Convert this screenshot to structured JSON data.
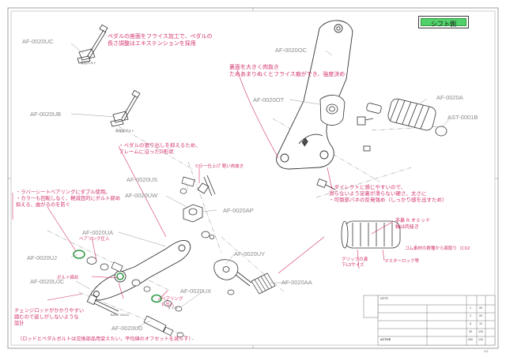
{
  "title": "シフト側",
  "part_labels": [
    {
      "id": "uc",
      "text": "AF-0020UC"
    },
    {
      "id": "ub",
      "text": "AF-0020UB"
    },
    {
      "id": "us",
      "text": "AF-0020US"
    },
    {
      "id": "uw",
      "text": "AF-0020UW"
    },
    {
      "id": "ua",
      "text": "AF-0020UA"
    },
    {
      "id": "ap",
      "text": "AF-0020AP"
    },
    {
      "id": "uj",
      "text": "AF-0020UJ"
    },
    {
      "id": "ujc",
      "text": "AF-0020UJC"
    },
    {
      "id": "ux",
      "text": "AF-0020UX"
    },
    {
      "id": "ud",
      "text": "AF-0020UD"
    },
    {
      "id": "uy",
      "text": "AF-0020UY"
    },
    {
      "id": "aa",
      "text": "AF-0020AA"
    },
    {
      "id": "ouc",
      "text": "AF-0020OC"
    },
    {
      "id": "ot",
      "text": "AF-0020OT"
    },
    {
      "id": "a",
      "text": "AF-0020A"
    },
    {
      "id": "ast",
      "text": "AST-0001B"
    }
  ],
  "notes": [
    {
      "id": "n1",
      "lines": [
        "ペダルの座面をフライス加工で、ペダルの",
        "長さ調整はエキステンションを採用"
      ]
    },
    {
      "id": "n2",
      "lines": [
        "裏面を大きく肉抜き",
        "ためあまりぬくとフライス痕ができ、強度決め"
      ]
    },
    {
      "id": "n3",
      "lines": [
        "・ペダルの張り出しを抑えるため、",
        "フレームに沿ったD形状"
      ]
    },
    {
      "id": "n4",
      "lines": [
        "ミラー仕上げ 軽い肉抜き"
      ]
    },
    {
      "id": "n5",
      "lines": [
        "・ラバーシートベアリングにダブル使用。",
        "・カラーも回転しなく、軽減目的にボルト締め",
        "  抑える、曲がるのを防ぐ"
      ]
    },
    {
      "id": "n6",
      "lines": [
        "ベアリング圧入"
      ]
    },
    {
      "id": "n7",
      "lines": [
        "・ダイレクトに感じやすいので、",
        "  滑らないよう足裏が滑らない硬さ、太さに",
        "・可倒部バネの反発強め（しっかり感を出すため）"
      ]
    },
    {
      "id": "n8",
      "lines": [
        "非暴 R オミッド",
        "軸は肉抜き"
      ]
    },
    {
      "id": "n9",
      "lines": [
        "ゴム素材の数種から面取り（C02"
      ]
    },
    {
      "id": "n10",
      "lines": [
        "グリップの溝",
        "下L3サイズ"
      ]
    },
    {
      "id": "n11",
      "lines": [
        "マスターロック等"
      ]
    },
    {
      "id": "n12",
      "lines": [
        "ボルト締め"
      ]
    },
    {
      "id": "n13",
      "lines": [
        "ベアリング",
        "1 圧入"
      ]
    },
    {
      "id": "n14",
      "lines": [
        "チェンジロッドがかかりやすい",
        "踏むので返しがしないような",
        "設計"
      ]
    },
    {
      "id": "n15",
      "lines": [
        "（ロッドとペダルボルトは交換部品用"
      ]
    },
    {
      "id": "n16",
      "lines": [
        "変えたい，平均値のオフセットを減らす）"
      ]
    }
  ],
  "small_texts": {
    "s1": "専用ボルト",
    "s2": "高強度ボルト",
    "s3": "ダブル",
    "s4": "BASE 10X11"
  },
  "title_block": {
    "note_head": "NOTE",
    "rows": [
      {
        "id": "r1",
        "cells": [
          "",
          "",
          "1",
          "09"
        ]
      },
      {
        "id": "r2",
        "cells": [
          "",
          "",
          "2",
          "09"
        ]
      },
      {
        "id": "r3",
        "cells": [
          "",
          "",
          "8",
          "10"
        ]
      },
      {
        "id": "r4",
        "cells": [
          "",
          "",
          "30",
          "120"
        ]
      },
      {
        "id": "r5",
        "cells": [
          "",
          "",
          "400",
          "120"
        ]
      }
    ],
    "company": "ACTIVE",
    "sheet_no": "1/1"
  },
  "colors": {
    "accent_green": "#52d06a",
    "note_pink": "#d2326e",
    "line_gray": "#8c8c8c"
  }
}
